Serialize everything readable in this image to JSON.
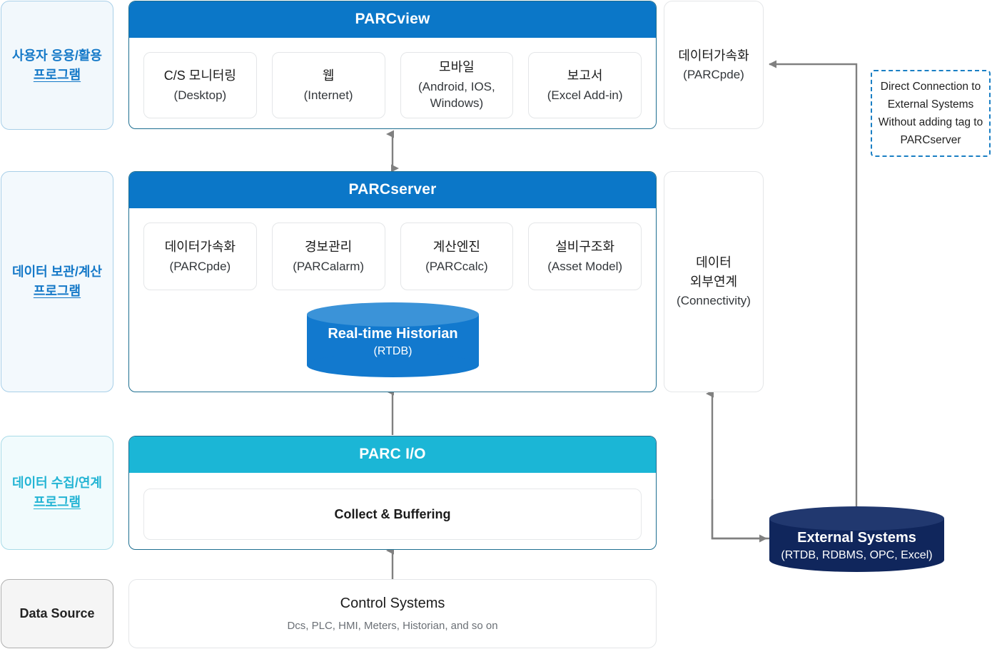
{
  "categories": [
    {
      "name": "user-apps",
      "line1": "사용자 응용/활용",
      "line2": "프로그램"
    },
    {
      "name": "storage-calc",
      "line1": "데이터 보관/계산",
      "line2": "프로그램"
    },
    {
      "name": "collection-link",
      "line1": "데이터 수집/연계",
      "line2": "프로그램"
    },
    {
      "name": "data-source",
      "line1": "Data Source",
      "line2": ""
    }
  ],
  "parcview": {
    "title": "PARCview",
    "modules": [
      {
        "title": "C/S 모니터링",
        "subtitle": "(Desktop)"
      },
      {
        "title": "웹",
        "subtitle": "(Internet)"
      },
      {
        "title": "모바일",
        "subtitle": "(Android, IOS, Windows)"
      },
      {
        "title": "보고서",
        "subtitle": "(Excel Add-in)"
      }
    ]
  },
  "parcserver": {
    "title": "PARCserver",
    "modules": [
      {
        "title": "데이터가속화",
        "subtitle": "(PARCpde)"
      },
      {
        "title": "경보관리",
        "subtitle": "(PARCalarm)"
      },
      {
        "title": "계산엔진",
        "subtitle": "(PARCcalc)"
      },
      {
        "title": "설비구조화",
        "subtitle": "(Asset Model)"
      }
    ],
    "historian": {
      "title": "Real-time Historian",
      "subtitle": "(RTDB)"
    }
  },
  "parcio": {
    "title": "PARC I/O",
    "module": "Collect & Buffering"
  },
  "control_systems": {
    "title": "Control Systems",
    "subtitle": "Dcs, PLC, HMI, Meters, Historian, and so on"
  },
  "right_column": {
    "pde": {
      "title": "데이터가속화",
      "subtitle": "(PARCpde)"
    },
    "connectivity": {
      "line1": "데이터",
      "line2": "외부연계",
      "subtitle": "(Connectivity)"
    },
    "note": "Direct Connection to External Systems Without adding tag to PARCserver",
    "external": {
      "title": "External Systems",
      "subtitle": "(RTDB, RDBMS, OPC, Excel)"
    }
  },
  "colors": {
    "header_blue": "#0b77c8",
    "header_cyan": "#1bb6d6",
    "panel_border": "#1d6e90",
    "historian_body": "#1279ce",
    "historian_top": "#3b93d8",
    "external_body": "#10265c",
    "external_top": "#21386f",
    "note_border": "#1a7fc4",
    "arrow": "#808080",
    "category_blue_text": "#1579c8",
    "category_cyan_text": "#23b4d4"
  }
}
